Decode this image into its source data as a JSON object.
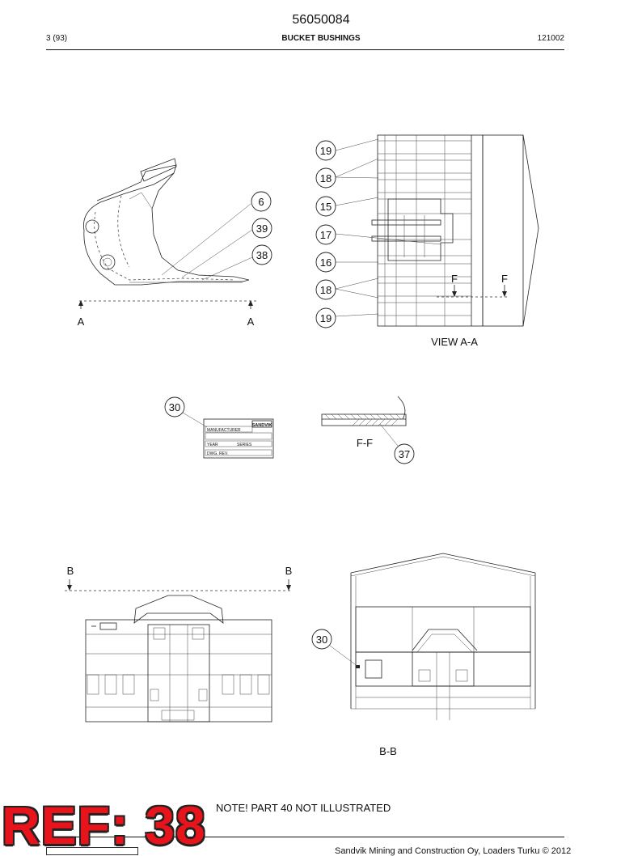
{
  "header": {
    "doc_number": "56050084",
    "page": "3 (93)",
    "title": "BUCKET BUSHINGS",
    "revision_date": "121002"
  },
  "views": {
    "view_aa_label": "VIEW A-A",
    "section_ff_label": "F-F",
    "section_bb_label": "B-B",
    "cut_a": "A",
    "cut_b": "B",
    "cut_f": "F"
  },
  "callouts": {
    "c6": "6",
    "c39": "39",
    "c38": "38",
    "c19": "19",
    "c18": "18",
    "c15": "15",
    "c17": "17",
    "c16": "16",
    "c30": "30",
    "c37": "37"
  },
  "nameplate": {
    "manufacturer": "MANUFACTURER",
    "year": "YEAR",
    "series": "SERIES",
    "dwg_rev": "DWG. REV.",
    "brand": "SANDVIK"
  },
  "footer": {
    "note": "NOTE! PART 40 NOT ILLUSTRATED",
    "copyright": "Sandvik Mining and Construction Oy, Loaders Turku © 2012",
    "ref_badge": "REF: 38"
  }
}
